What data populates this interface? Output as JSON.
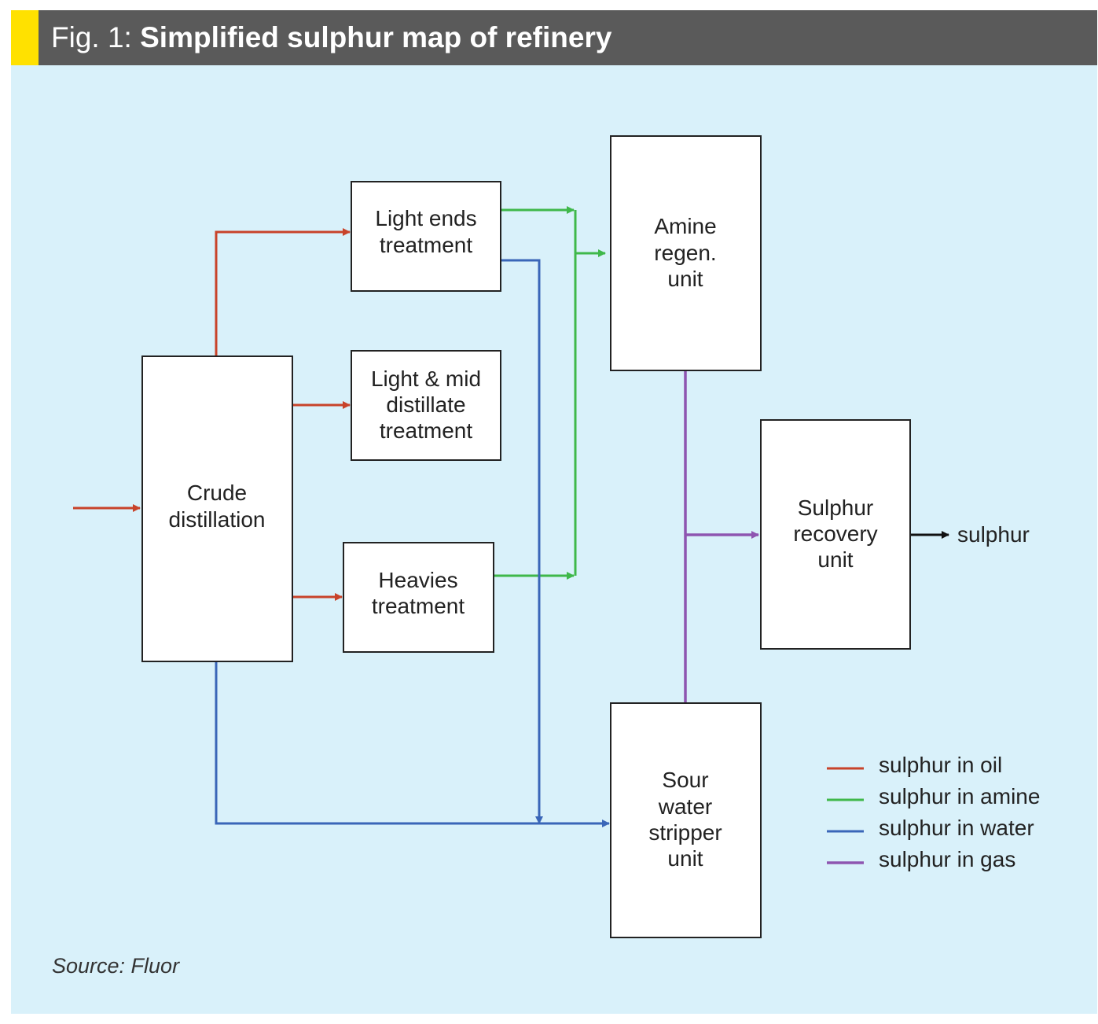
{
  "header": {
    "prefix": "Fig. 1:",
    "title": "Simplified sulphur map of refinery"
  },
  "colors": {
    "oil": "#c8432a",
    "amine": "#3fb84a",
    "water": "#3a66b8",
    "gas": "#8e55b0",
    "product": "#111111",
    "background": "#d9f1fa",
    "header": "#5a5a5a",
    "accent": "#ffe100"
  },
  "nodes": {
    "crude": [
      "Crude",
      "distillation"
    ],
    "light_ends": [
      "Light ends",
      "treatment"
    ],
    "light_mid": [
      "Light & mid",
      "distillate",
      "treatment"
    ],
    "heavies": [
      "Heavies",
      "treatment"
    ],
    "amine_regen": [
      "Amine",
      "regen.",
      "unit"
    ],
    "sulphur_recovery": [
      "Sulphur",
      "recovery",
      "unit"
    ],
    "sour_water": [
      "Sour",
      "water",
      "stripper",
      "unit"
    ]
  },
  "output_label": "sulphur",
  "legend": [
    {
      "label": "sulphur in oil",
      "color": "#c8432a"
    },
    {
      "label": "sulphur in amine",
      "color": "#3fb84a"
    },
    {
      "label": "sulphur in water",
      "color": "#3a66b8"
    },
    {
      "label": "sulphur in gas",
      "color": "#8e55b0"
    }
  ],
  "source": "Source: Fluor"
}
